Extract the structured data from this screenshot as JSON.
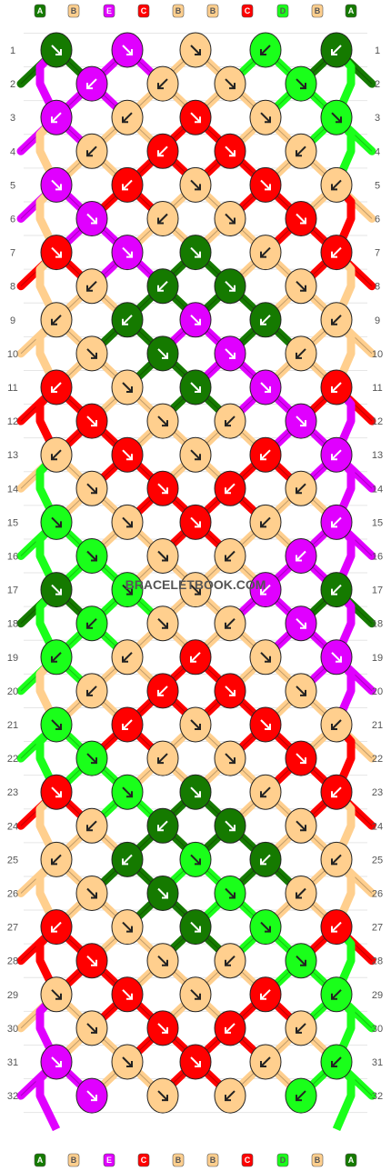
{
  "watermark": "BRACELETBOOK.COM",
  "colors": {
    "A": "#157a00",
    "B": "#ffcf8e",
    "C": "#ff0000",
    "D": "#1aff1a",
    "E": "#e000ff"
  },
  "strings": [
    "A",
    "B",
    "E",
    "C",
    "B",
    "B",
    "C",
    "D",
    "B",
    "A"
  ],
  "rows": [
    {
      "number": "1",
      "knots": [
        "A:fw",
        "E:fw",
        "B:fw",
        "D:bw",
        "A:bw"
      ]
    },
    {
      "number": "2",
      "knots": [
        "E:bw",
        "B:bw",
        "B:fw",
        "D:fw"
      ]
    },
    {
      "number": "3",
      "knots": [
        "E:bw",
        "B:bw",
        "C:fw",
        "B:fw",
        "D:fw"
      ]
    },
    {
      "number": "4",
      "knots": [
        "B:bw",
        "C:bw",
        "C:fw",
        "B:bw"
      ]
    },
    {
      "number": "5",
      "knots": [
        "E:fw",
        "C:bw",
        "B:fw",
        "C:fw",
        "B:bw"
      ]
    },
    {
      "number": "6",
      "knots": [
        "E:fw",
        "B:bw",
        "B:fw",
        "C:fw"
      ]
    },
    {
      "number": "7",
      "knots": [
        "C:fw",
        "E:fw",
        "A:fw",
        "B:bw",
        "C:bw"
      ]
    },
    {
      "number": "8",
      "knots": [
        "B:bw",
        "A:bw",
        "A:fw",
        "B:fw"
      ]
    },
    {
      "number": "9",
      "knots": [
        "B:bw",
        "A:bw",
        "E:fw",
        "A:bw",
        "B:bw"
      ]
    },
    {
      "number": "10",
      "knots": [
        "B:fw",
        "A:fw",
        "E:fw",
        "B:bw"
      ]
    },
    {
      "number": "11",
      "knots": [
        "C:bw",
        "B:fw",
        "A:fw",
        "E:fw",
        "C:bw"
      ]
    },
    {
      "number": "12",
      "knots": [
        "C:fw",
        "B:fw",
        "B:bw",
        "E:fw"
      ]
    },
    {
      "number": "13",
      "knots": [
        "B:bw",
        "C:fw",
        "B:fw",
        "C:bw",
        "E:bw"
      ]
    },
    {
      "number": "14",
      "knots": [
        "B:fw",
        "C:fw",
        "C:bw",
        "B:bw"
      ]
    },
    {
      "number": "15",
      "knots": [
        "D:fw",
        "B:fw",
        "C:fw",
        "B:bw",
        "E:bw"
      ]
    },
    {
      "number": "16",
      "knots": [
        "D:fw",
        "B:fw",
        "B:bw",
        "E:bw"
      ]
    },
    {
      "number": "17",
      "knots": [
        "A:fw",
        "D:fw",
        "B:fw",
        "E:bw",
        "A:bw"
      ]
    },
    {
      "number": "18",
      "knots": [
        "D:bw",
        "B:fw",
        "B:bw",
        "E:fw"
      ]
    },
    {
      "number": "19",
      "knots": [
        "D:bw",
        "B:bw",
        "C:bw",
        "B:fw",
        "E:fw"
      ]
    },
    {
      "number": "20",
      "knots": [
        "B:bw",
        "C:bw",
        "C:fw",
        "B:fw"
      ]
    },
    {
      "number": "21",
      "knots": [
        "D:fw",
        "C:bw",
        "B:fw",
        "C:fw",
        "B:bw"
      ]
    },
    {
      "number": "22",
      "knots": [
        "D:fw",
        "B:bw",
        "B:fw",
        "C:fw"
      ]
    },
    {
      "number": "23",
      "knots": [
        "C:fw",
        "D:fw",
        "A:fw",
        "B:bw",
        "C:bw"
      ]
    },
    {
      "number": "24",
      "knots": [
        "B:bw",
        "A:bw",
        "A:fw",
        "B:fw"
      ]
    },
    {
      "number": "25",
      "knots": [
        "B:bw",
        "A:bw",
        "D:fw",
        "A:bw",
        "B:bw"
      ]
    },
    {
      "number": "26",
      "knots": [
        "B:fw",
        "A:fw",
        "D:fw",
        "B:bw"
      ]
    },
    {
      "number": "27",
      "knots": [
        "C:bw",
        "B:fw",
        "A:fw",
        "D:fw",
        "C:bw"
      ]
    },
    {
      "number": "28",
      "knots": [
        "C:fw",
        "B:fw",
        "B:bw",
        "D:fw"
      ]
    },
    {
      "number": "29",
      "knots": [
        "B:fw",
        "C:fw",
        "B:fw",
        "C:bw",
        "D:bw"
      ]
    },
    {
      "number": "30",
      "knots": [
        "B:fw",
        "C:fw",
        "C:bw",
        "B:bw"
      ]
    },
    {
      "number": "31",
      "knots": [
        "E:fw",
        "B:fw",
        "C:fw",
        "B:bw",
        "D:bw"
      ]
    },
    {
      "number": "32",
      "knots": [
        "E:fw",
        "B:fw",
        "B:bw",
        "D:bw"
      ]
    }
  ]
}
